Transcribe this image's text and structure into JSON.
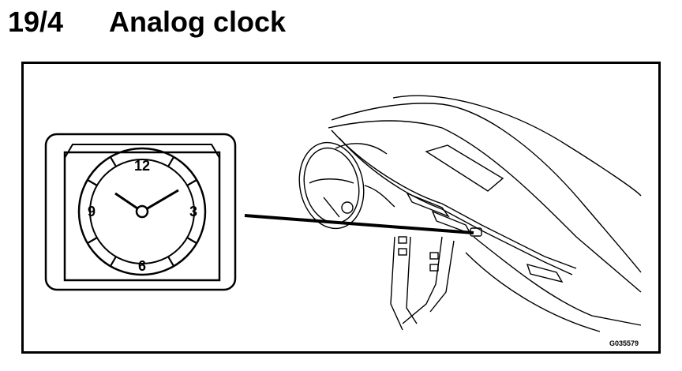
{
  "header": {
    "section_number": "19/4",
    "title": "Analog clock"
  },
  "clock": {
    "numerals": [
      "12",
      "3",
      "6",
      "9"
    ]
  },
  "figure_id": "G035579"
}
